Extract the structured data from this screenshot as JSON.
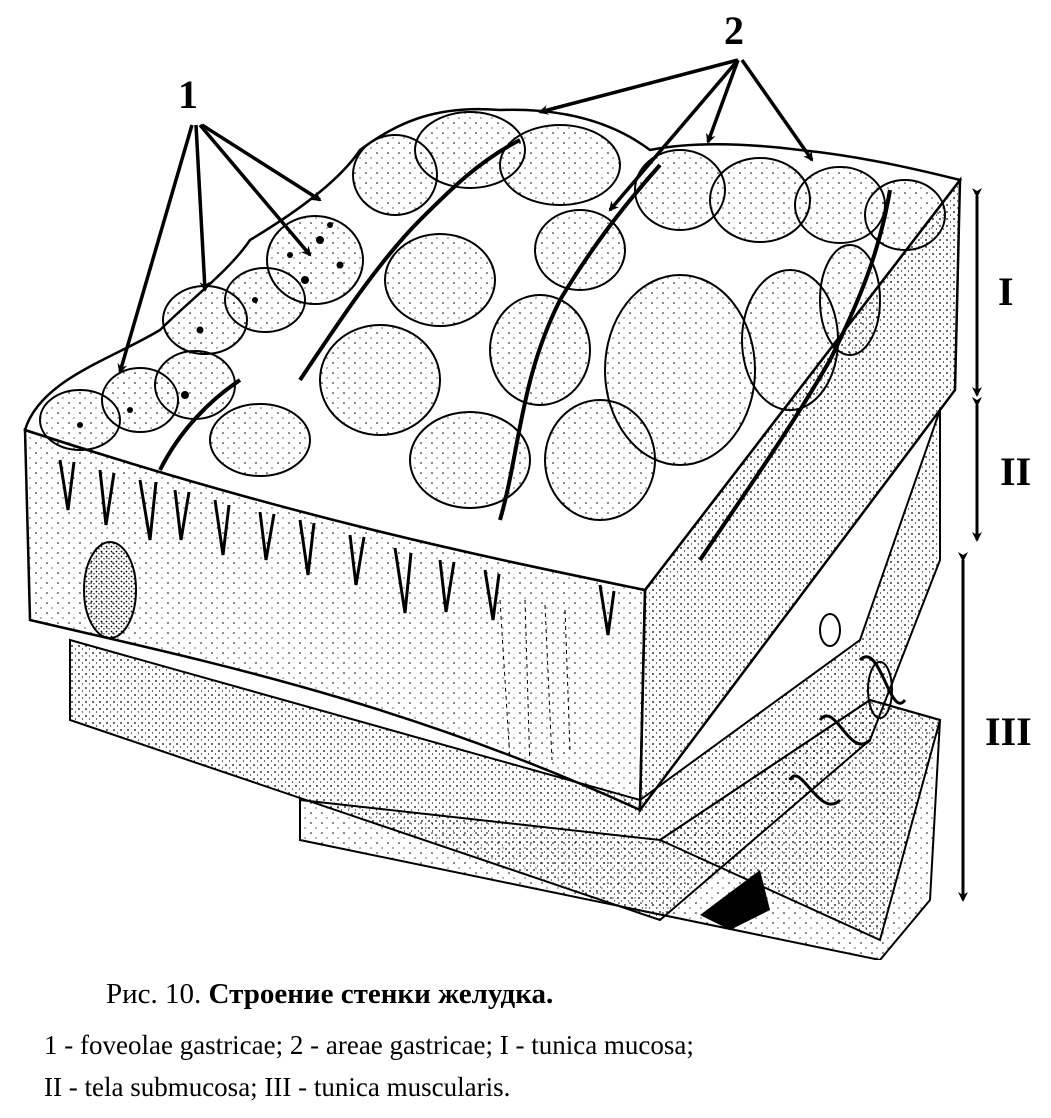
{
  "figure": {
    "labels": {
      "foveolae": "1",
      "areae": "2",
      "mucosa": "I",
      "submucosa": "II",
      "muscularis": "III"
    },
    "ink_color": "#000000",
    "paper_color": "#ffffff"
  },
  "caption": {
    "prefix": "Рис. 10.",
    "title": "Строение стенки желудка.",
    "legend_line_1": "1 - foveolae gastricae; 2 - areae gastricae; I - tunica mucosa;",
    "legend_line_2": "II - tela submucosa; III -  tunica muscularis."
  }
}
